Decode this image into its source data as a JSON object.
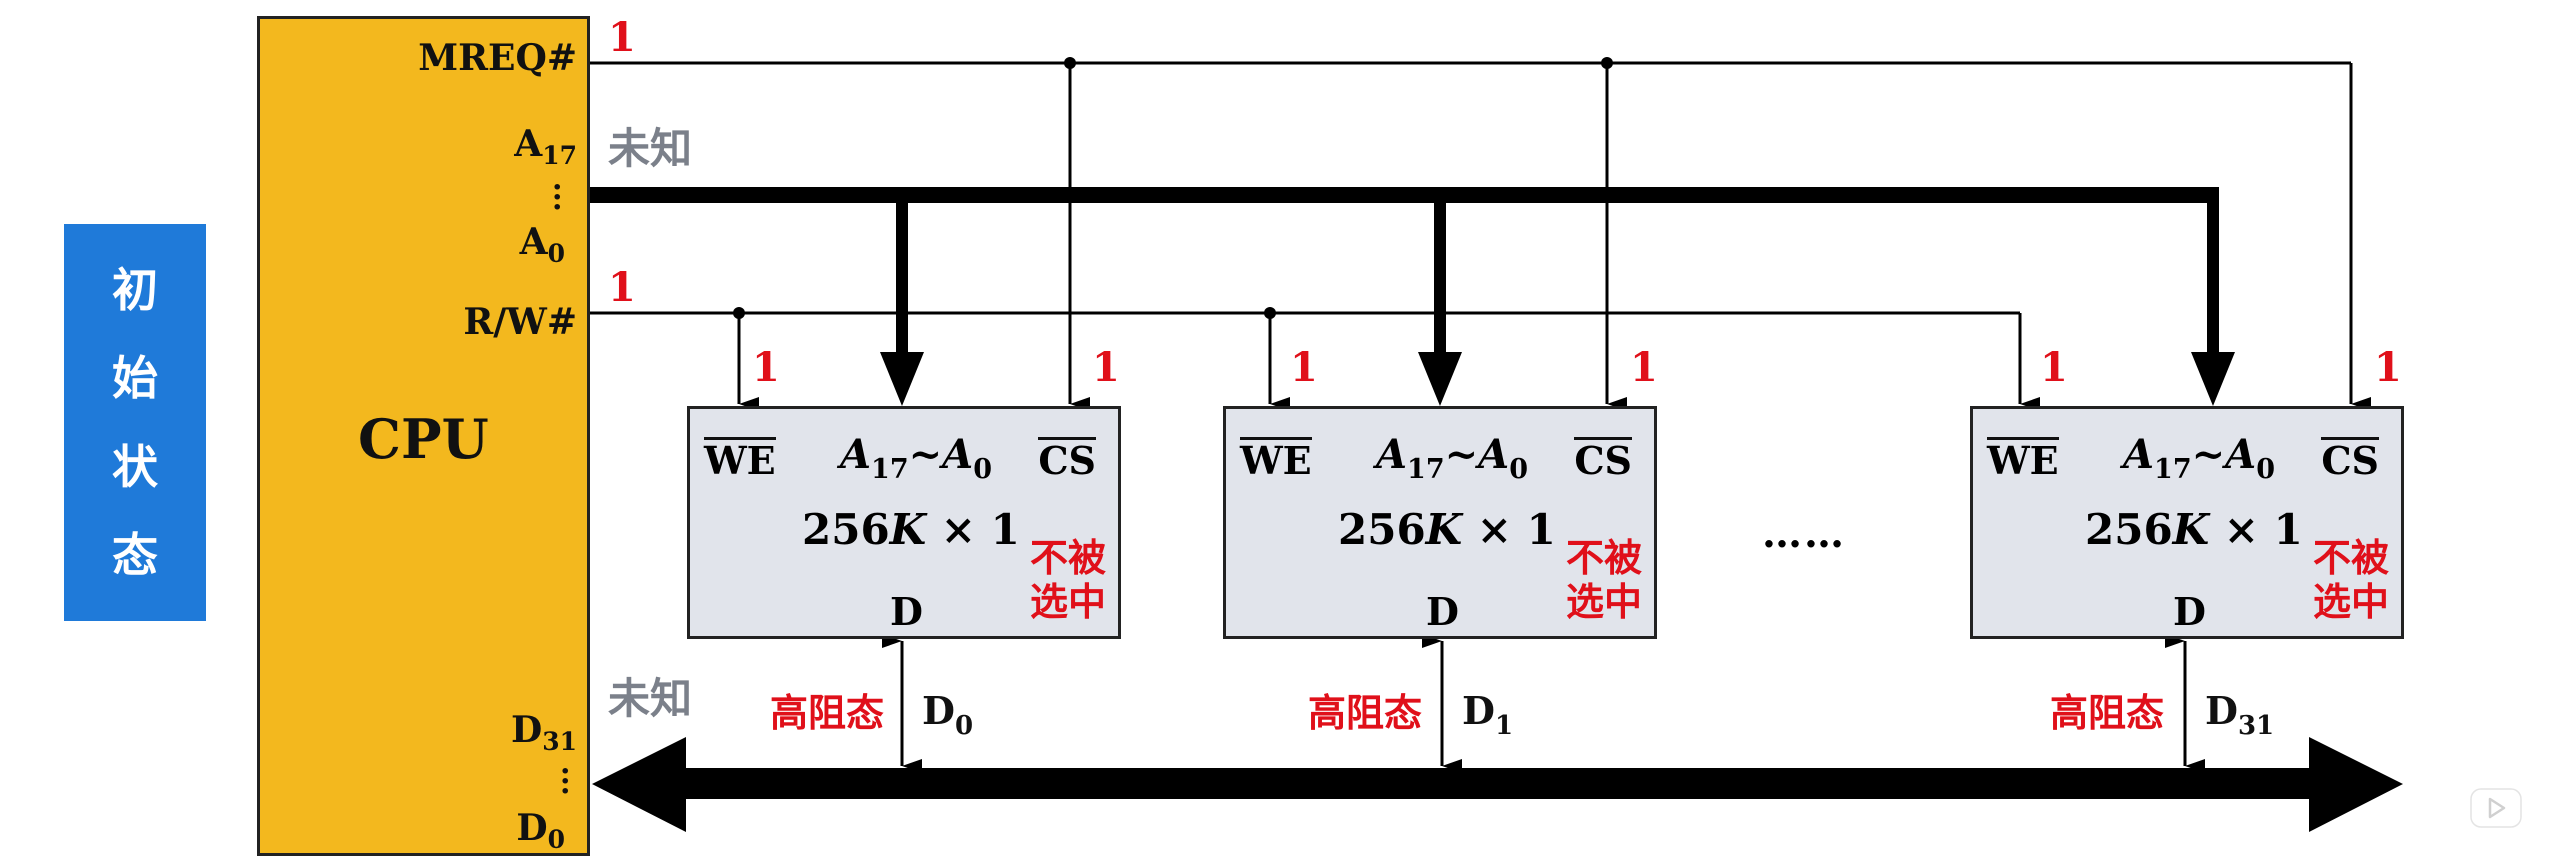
{
  "state_label": [
    "初",
    "始",
    "状",
    "态"
  ],
  "cpu": {
    "title": "CPU",
    "pins": {
      "mreq": "MREQ#",
      "a_high_base": "A",
      "a_high_sub": "17",
      "a_low_base": "A",
      "a_low_sub": "0",
      "rw": "R/W#",
      "d_high_base": "D",
      "d_high_sub": "31",
      "d_low_base": "D",
      "d_low_sub": "0"
    }
  },
  "signals": {
    "mreq_value": "1",
    "rw_value": "1",
    "address_state": "未知",
    "data_state": "未知"
  },
  "chips": [
    {
      "we": "WE",
      "cs": "CS",
      "addr_from": "A",
      "addr_from_sub": "17",
      "addr_sep": "~",
      "addr_to": "A",
      "addr_to_sub": "0",
      "capacity_num": "256",
      "capacity_unit": "K",
      "capacity_rest": " × 1",
      "data_pin": "D",
      "we_value": "1",
      "cs_value": "1",
      "status": [
        "不被",
        "选中"
      ],
      "data_state": "高阻态",
      "data_line_base": "D",
      "data_line_sub": "0"
    },
    {
      "we": "WE",
      "cs": "CS",
      "addr_from": "A",
      "addr_from_sub": "17",
      "addr_sep": "~",
      "addr_to": "A",
      "addr_to_sub": "0",
      "capacity_num": "256",
      "capacity_unit": "K",
      "capacity_rest": " × 1",
      "data_pin": "D",
      "we_value": "1",
      "cs_value": "1",
      "status": [
        "不被",
        "选中"
      ],
      "data_state": "高阻态",
      "data_line_base": "D",
      "data_line_sub": "1"
    },
    {
      "we": "WE",
      "cs": "CS",
      "addr_from": "A",
      "addr_from_sub": "17",
      "addr_sep": "~",
      "addr_to": "A",
      "addr_to_sub": "0",
      "capacity_num": "256",
      "capacity_unit": "K",
      "capacity_rest": " × 1",
      "data_pin": "D",
      "we_value": "1",
      "cs_value": "1",
      "status": [
        "不被",
        "选中"
      ],
      "data_state": "高阻态",
      "data_line_base": "D",
      "data_line_sub": "31"
    }
  ],
  "ellipsis": "……",
  "colors": {
    "state_label_bg": "#1F7AD9",
    "cpu_fill": "#F3B81E",
    "chip_fill": "#E1E4EB",
    "highlight_red": "#E0101A",
    "unknown_gray": "#7B808A"
  },
  "watermark_icon": "video-player-icon"
}
